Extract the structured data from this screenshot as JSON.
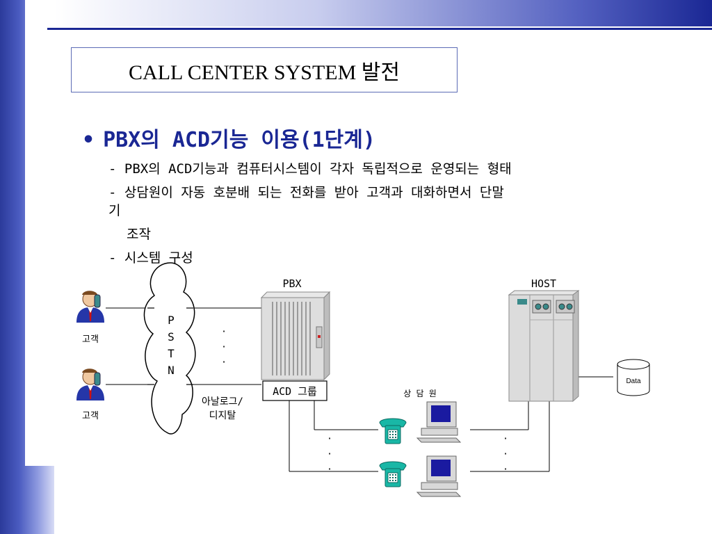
{
  "title": "CALL CENTER SYSTEM 발전",
  "bullet": "PBX의 ACD기능 이용(1단계)",
  "lines": [
    "- PBX의 ACD기능과 컴퓨터시스템이 각자 독립적으로 운영되는 형태",
    "- 상담원이 자동 호분배 되는 전화를 받아 고객과 대화하면서 단말",
    "기",
    "조작",
    "- 시스템 구성"
  ],
  "diagram": {
    "customer_label_1": "고객",
    "customer_label_2": "고객",
    "pstn_letters": [
      "P",
      "S",
      "T",
      "N"
    ],
    "pbx_label": "PBX",
    "host_label": "HOST",
    "acd_group_label": "ACD 그룹",
    "analog_digital_line1": "아날로그/",
    "analog_digital_line2": "디지탈",
    "agent_label": "상 담 원",
    "data_label": "Data",
    "ellipsis": "·"
  }
}
